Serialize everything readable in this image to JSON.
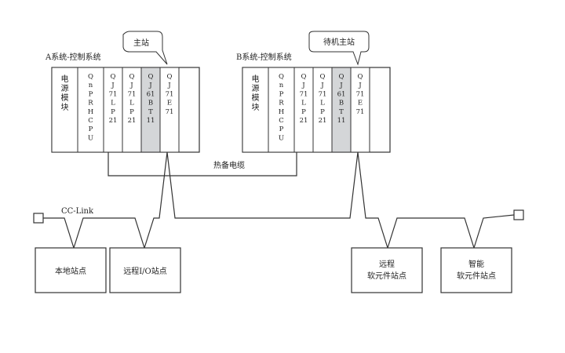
{
  "systems": [
    {
      "id": "A",
      "title": "A系统-控制系统",
      "callout": "主站",
      "modules": [
        {
          "label": "电源模块",
          "vertical": false,
          "highlight": false
        },
        {
          "label": "QnPRHCPU",
          "vertical": true,
          "highlight": false
        },
        {
          "label": "QJ71LP21",
          "vertical": true,
          "highlight": false
        },
        {
          "label": "QJ71LP21",
          "vertical": true,
          "highlight": false
        },
        {
          "label": "QJ61BT11",
          "vertical": true,
          "highlight": true
        },
        {
          "label": "QJ71E71",
          "vertical": true,
          "highlight": false
        }
      ]
    },
    {
      "id": "B",
      "title": "B系统-控制系统",
      "callout": "待机主站",
      "modules": [
        {
          "label": "电源模块",
          "vertical": false,
          "highlight": false
        },
        {
          "label": "QnPRHCPU",
          "vertical": true,
          "highlight": false
        },
        {
          "label": "QJ71LP21",
          "vertical": true,
          "highlight": false
        },
        {
          "label": "QJ71LP21",
          "vertical": true,
          "highlight": false
        },
        {
          "label": "QJ61BT11",
          "vertical": true,
          "highlight": true
        },
        {
          "label": "QJ71E71",
          "vertical": true,
          "highlight": false
        }
      ]
    }
  ],
  "tracking_cable_label": "热备电缆",
  "network_label": "CC-Link",
  "stations": [
    {
      "lines": [
        "本地站点"
      ]
    },
    {
      "lines": [
        "远程I/O站点"
      ]
    },
    {
      "lines": [
        "远程",
        "软元件站点"
      ]
    },
    {
      "lines": [
        "智能",
        "软元件站点"
      ]
    }
  ],
  "colors": {
    "highlight_module": "#d4d6d8",
    "line": "#333333"
  }
}
